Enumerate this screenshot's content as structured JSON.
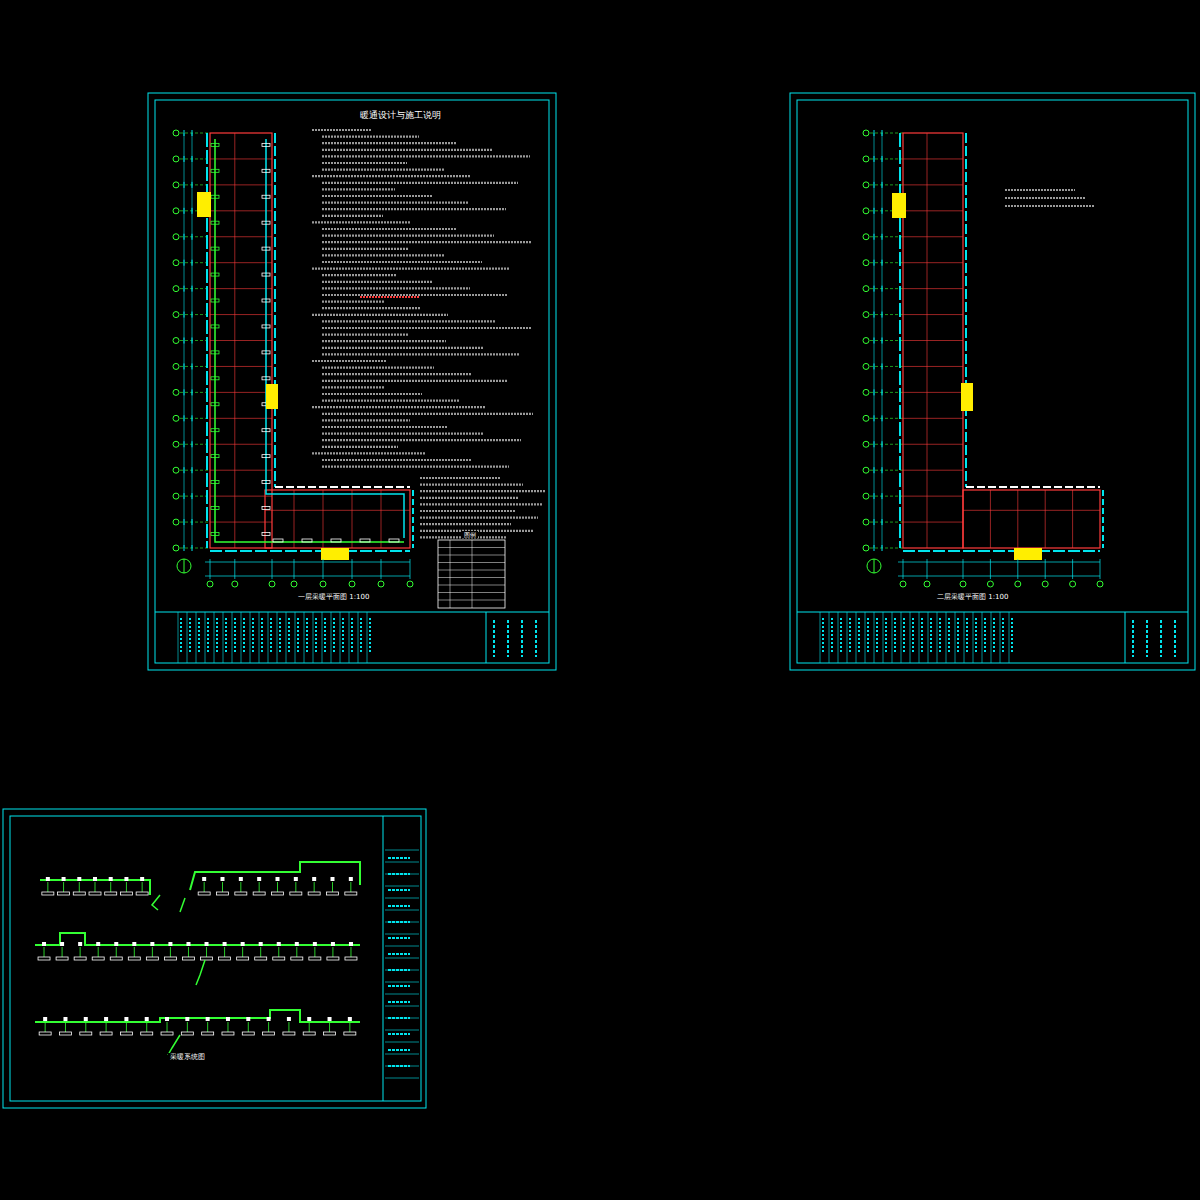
{
  "diagram": {
    "title": "暖通设计与施工说明",
    "nodes": [
      {
        "text": [
          "一层采暖平面图 1:100"
        ]
      },
      {
        "text": [
          "二层采暖平面图 1:100"
        ]
      },
      {
        "text": [
          "采暖系统图"
        ]
      }
    ],
    "edges": [],
    "labels": [
      "图例"
    ]
  }
}
